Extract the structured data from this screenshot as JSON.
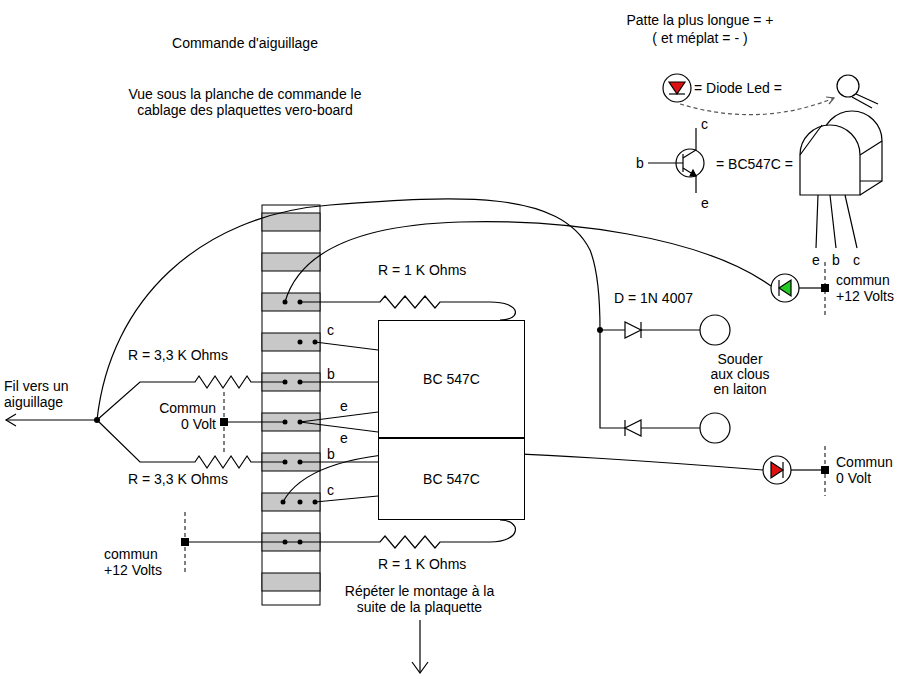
{
  "diagram": {
    "title": "Commande d'aiguillage",
    "nodes": [
      {
        "text": [
          "BC 547C"
        ]
      },
      {
        "text": [
          "BC 547C"
        ]
      }
    ],
    "labels": [
      "Vue sous la planche de commande le cablage des plaquettes vero-board",
      "Patte la plus longue = +",
      "( et méplat = - )",
      "= Diode Led =",
      "c",
      "b",
      "e",
      "= BC547C =",
      "e",
      "b",
      "c",
      "R = 1 K Ohms",
      "D = 1N 4007",
      "commun +12 Volts",
      "Souder aux clous en laiton",
      "c",
      "R = 3,3 K Ohms",
      "b",
      "Fil vers un aiguillage",
      "Commun 0 Volt",
      "e",
      "e",
      "b",
      "R = 3,3 K Ohms",
      "Commun 0 Volt",
      "c",
      "commun +12 Volts",
      "R = 1 K Ohms",
      "Répéter le montage à la suite de la plaquette"
    ]
  }
}
